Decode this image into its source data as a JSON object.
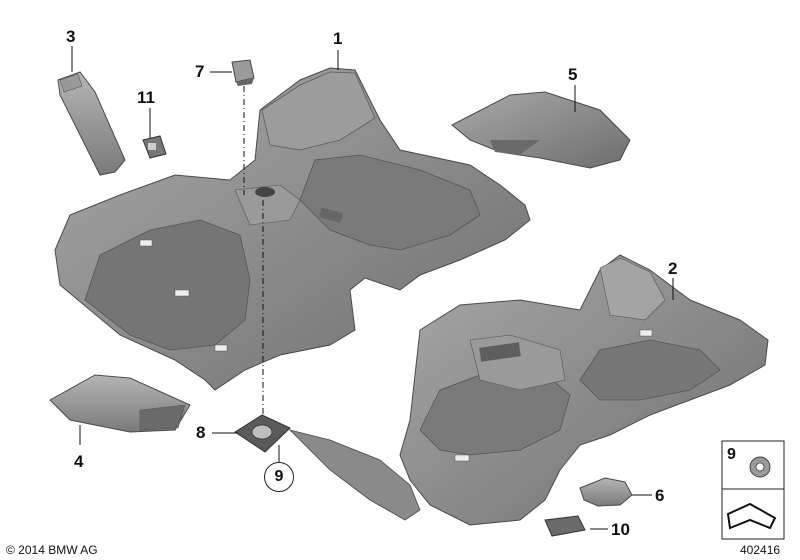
{
  "callouts": {
    "c1": "1",
    "c2": "2",
    "c3": "3",
    "c4": "4",
    "c5": "5",
    "c6": "6",
    "c7": "7",
    "c8": "8",
    "c9": "9",
    "c10": "10",
    "c11": "11"
  },
  "legend": {
    "item_num": "9"
  },
  "footer": {
    "copyright": "© 2014 BMW AG",
    "diagram_id": "402416"
  },
  "colors": {
    "part_fill": "#8c8c8c",
    "part_dark": "#5f5f5f",
    "part_light": "#b8b8b8",
    "line": "#1a1a1a"
  }
}
